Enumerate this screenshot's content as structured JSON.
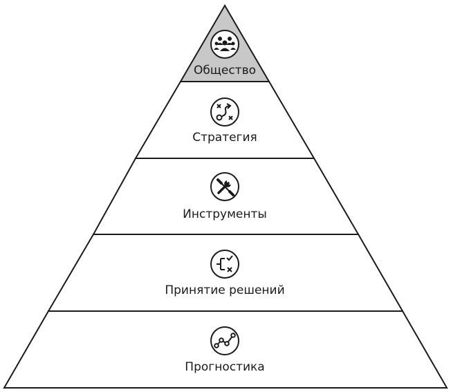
{
  "pyramid": {
    "levels": [
      {
        "label": "Общество",
        "icon": "people-group-icon",
        "highlighted": true
      },
      {
        "label": "Стратегия",
        "icon": "strategy-play-icon",
        "highlighted": false
      },
      {
        "label": "Инструменты",
        "icon": "wrench-screwdriver-icon",
        "highlighted": false
      },
      {
        "label": "Принятие решений",
        "icon": "decision-flow-icon",
        "highlighted": false
      },
      {
        "label": "Прогностика",
        "icon": "trend-line-icon",
        "highlighted": false
      }
    ],
    "colors": {
      "highlight": "#c8c8c8",
      "stroke": "#1a1a1a",
      "background": "#ffffff"
    }
  }
}
